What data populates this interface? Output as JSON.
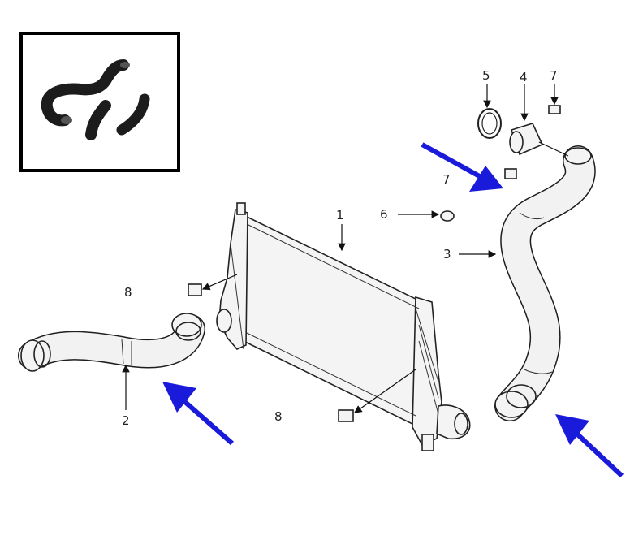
{
  "callouts": {
    "c1": "1",
    "c2": "2",
    "c3": "3",
    "c4": "4",
    "c5": "5",
    "c6": "6",
    "c7a": "7",
    "c7b": "7",
    "c8a": "8",
    "c8b": "8"
  },
  "colors": {
    "arrow": "#1a1adb",
    "line": "#222222",
    "part_fill": "#f4f4f4",
    "inset_hose": "#1c1c1c"
  }
}
